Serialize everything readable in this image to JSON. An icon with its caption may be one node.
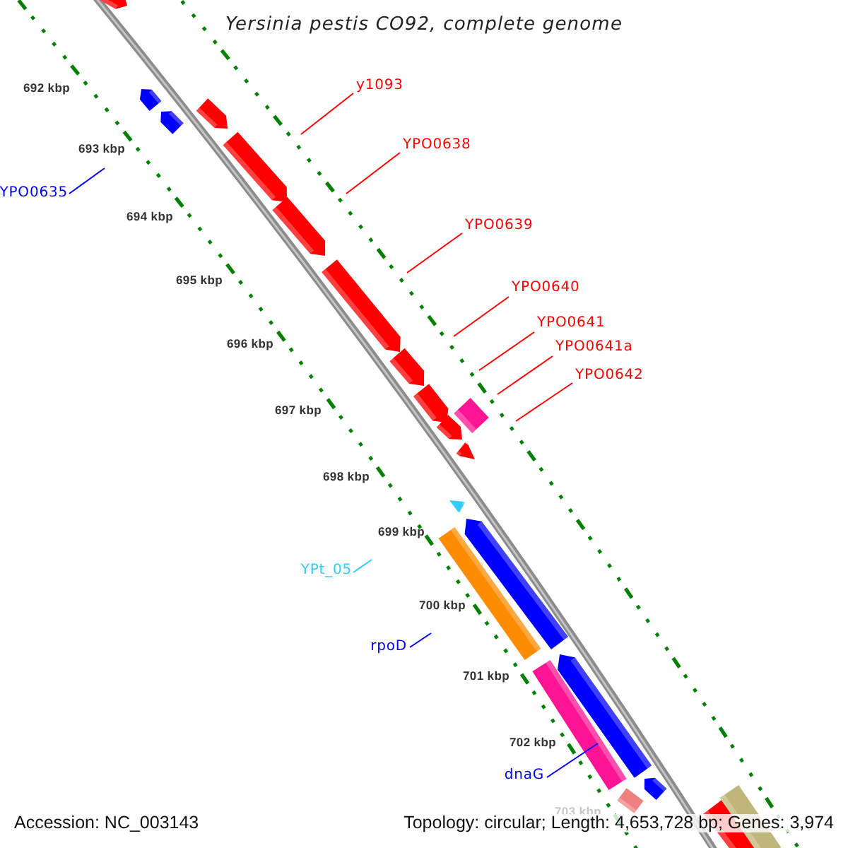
{
  "diagram": {
    "title": "Yersinia pestis CO92, complete genome",
    "nodes": [
      {
        "text": [
          "y1093"
        ]
      },
      {
        "text": [
          "YPO0638"
        ]
      },
      {
        "text": [
          "YPO0635"
        ]
      },
      {
        "text": [
          "YPO0639"
        ]
      },
      {
        "text": [
          "YPO0640"
        ]
      },
      {
        "text": [
          "YPO0641"
        ]
      },
      {
        "text": [
          "YPO0641a"
        ]
      },
      {
        "text": [
          "YPO0642"
        ]
      },
      {
        "text": [
          "YPt_05"
        ]
      },
      {
        "text": [
          "rpoD"
        ]
      },
      {
        "text": [
          "dnaG"
        ]
      }
    ],
    "edges": [
      {
        "from": 0,
        "to": null,
        "arrow": "none"
      },
      {
        "from": 1,
        "to": null,
        "arrow": "none"
      },
      {
        "from": 2,
        "to": null,
        "arrow": "none",
        "color": "#0000ff"
      },
      {
        "from": 3,
        "to": null,
        "arrow": "none"
      },
      {
        "from": 4,
        "to": null,
        "arrow": "none"
      },
      {
        "from": 5,
        "to": null,
        "arrow": "none"
      },
      {
        "from": 6,
        "to": null,
        "arrow": "none"
      },
      {
        "from": 7,
        "to": null,
        "arrow": "none"
      },
      {
        "from": 8,
        "to": null,
        "arrow": "none",
        "color": "#33ccff"
      },
      {
        "from": 9,
        "to": null,
        "arrow": "none",
        "color": "#0000ff"
      },
      {
        "from": 10,
        "to": null,
        "arrow": "none",
        "color": "#0000ff"
      }
    ],
    "labels": [
      "692 kbp",
      "693 kbp",
      "694 kbp",
      "695 kbp",
      "696 kbp",
      "697 kbp",
      "698 kbp",
      "699 kbp",
      "700 kbp",
      "701 kbp",
      "702 kbp",
      "703 kbp",
      "Accession: NC_003143",
      "Topology: circular; Length: 4,653,728 bp; Genes: 3,974"
    ]
  }
}
